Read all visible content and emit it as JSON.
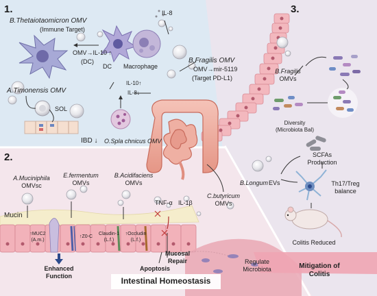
{
  "sections": {
    "s1": "1.",
    "s2": "2.",
    "s3": "3."
  },
  "panel1": {
    "thetaiotaomicron": "B.Thetaiotaomicron OMV",
    "immune_target": "(Immune Target)",
    "il8": "IL-8",
    "omv_il10": "OMV→IL-10 ↑",
    "dc_paren": "(DC)",
    "dc": "DC",
    "macrophage": "Macrophage",
    "timonensis": "A.Timonensis OMV",
    "sol": "SOL",
    "il10_up": "IL-10↑",
    "il8_down": "IL-8↓",
    "ibd": "IBD ↓",
    "osplanchnicus": "O.Spla chnicus OMV",
    "fragilis_title": "B.Fragilis OMV",
    "fragilis_mir": "OMV→mir-5119",
    "fragilis_target": "(Target PD-L1)"
  },
  "panel2": {
    "muciniphila": "A.Muciniphila",
    "muciniphila_omv": "OMVsc",
    "fermentum": "E.fermentum",
    "fermentum_omv": "OMVs",
    "acidifaciens": "B.Acidifaciens",
    "acidifaciens_omv": "OMVs",
    "mucin": "Mucin",
    "muc2": "↑MUC2",
    "muc2_src": "(A.m.)",
    "zo": "↑Z0-C",
    "claudin": "Claudin-1",
    "claudin_src": "(L.f.)",
    "occludin": "↑Occludin",
    "occludin_src": "(L.f.)",
    "tnf": "TNF-α",
    "il1b": "IL-1β",
    "butyricum": "C.butyricum",
    "butyricum_omv": "OMVs",
    "enhanced1": "Enhanced",
    "enhanced2": "Function",
    "apoptosis": "Apoptosis",
    "mucosal1": "Mucosal",
    "mucosal2": "Repair",
    "regulate1": "Regulate",
    "regulate2": "Microbiota",
    "homeostasis": "Intestinal Homeostasis"
  },
  "panel3": {
    "fragilis": "B.Fragilis",
    "fragilis_omv": "OMVs",
    "diversity1": "Diversity",
    "diversity2": "(Microbiota Bal)",
    "scfa1": "SCFAs",
    "scfa2": "Production",
    "longum": "B.Longum",
    "longum_evs": "EVs",
    "th17_1": "Th17/Treg",
    "th17_2": "balance",
    "colitis_reduced": "Colitis Reduced",
    "mitigation1": "Mitigation of",
    "mitigation2": "Colitis"
  },
  "colors": {
    "panel1_bg": "#d9e8f3",
    "panel2_bg": "#f3e4ea",
    "panel3_bg": "#ece6ef",
    "cell_pink": "#f2b2ba",
    "mucin": "#f4ecc8",
    "accent_purple": "#8a79b5"
  }
}
